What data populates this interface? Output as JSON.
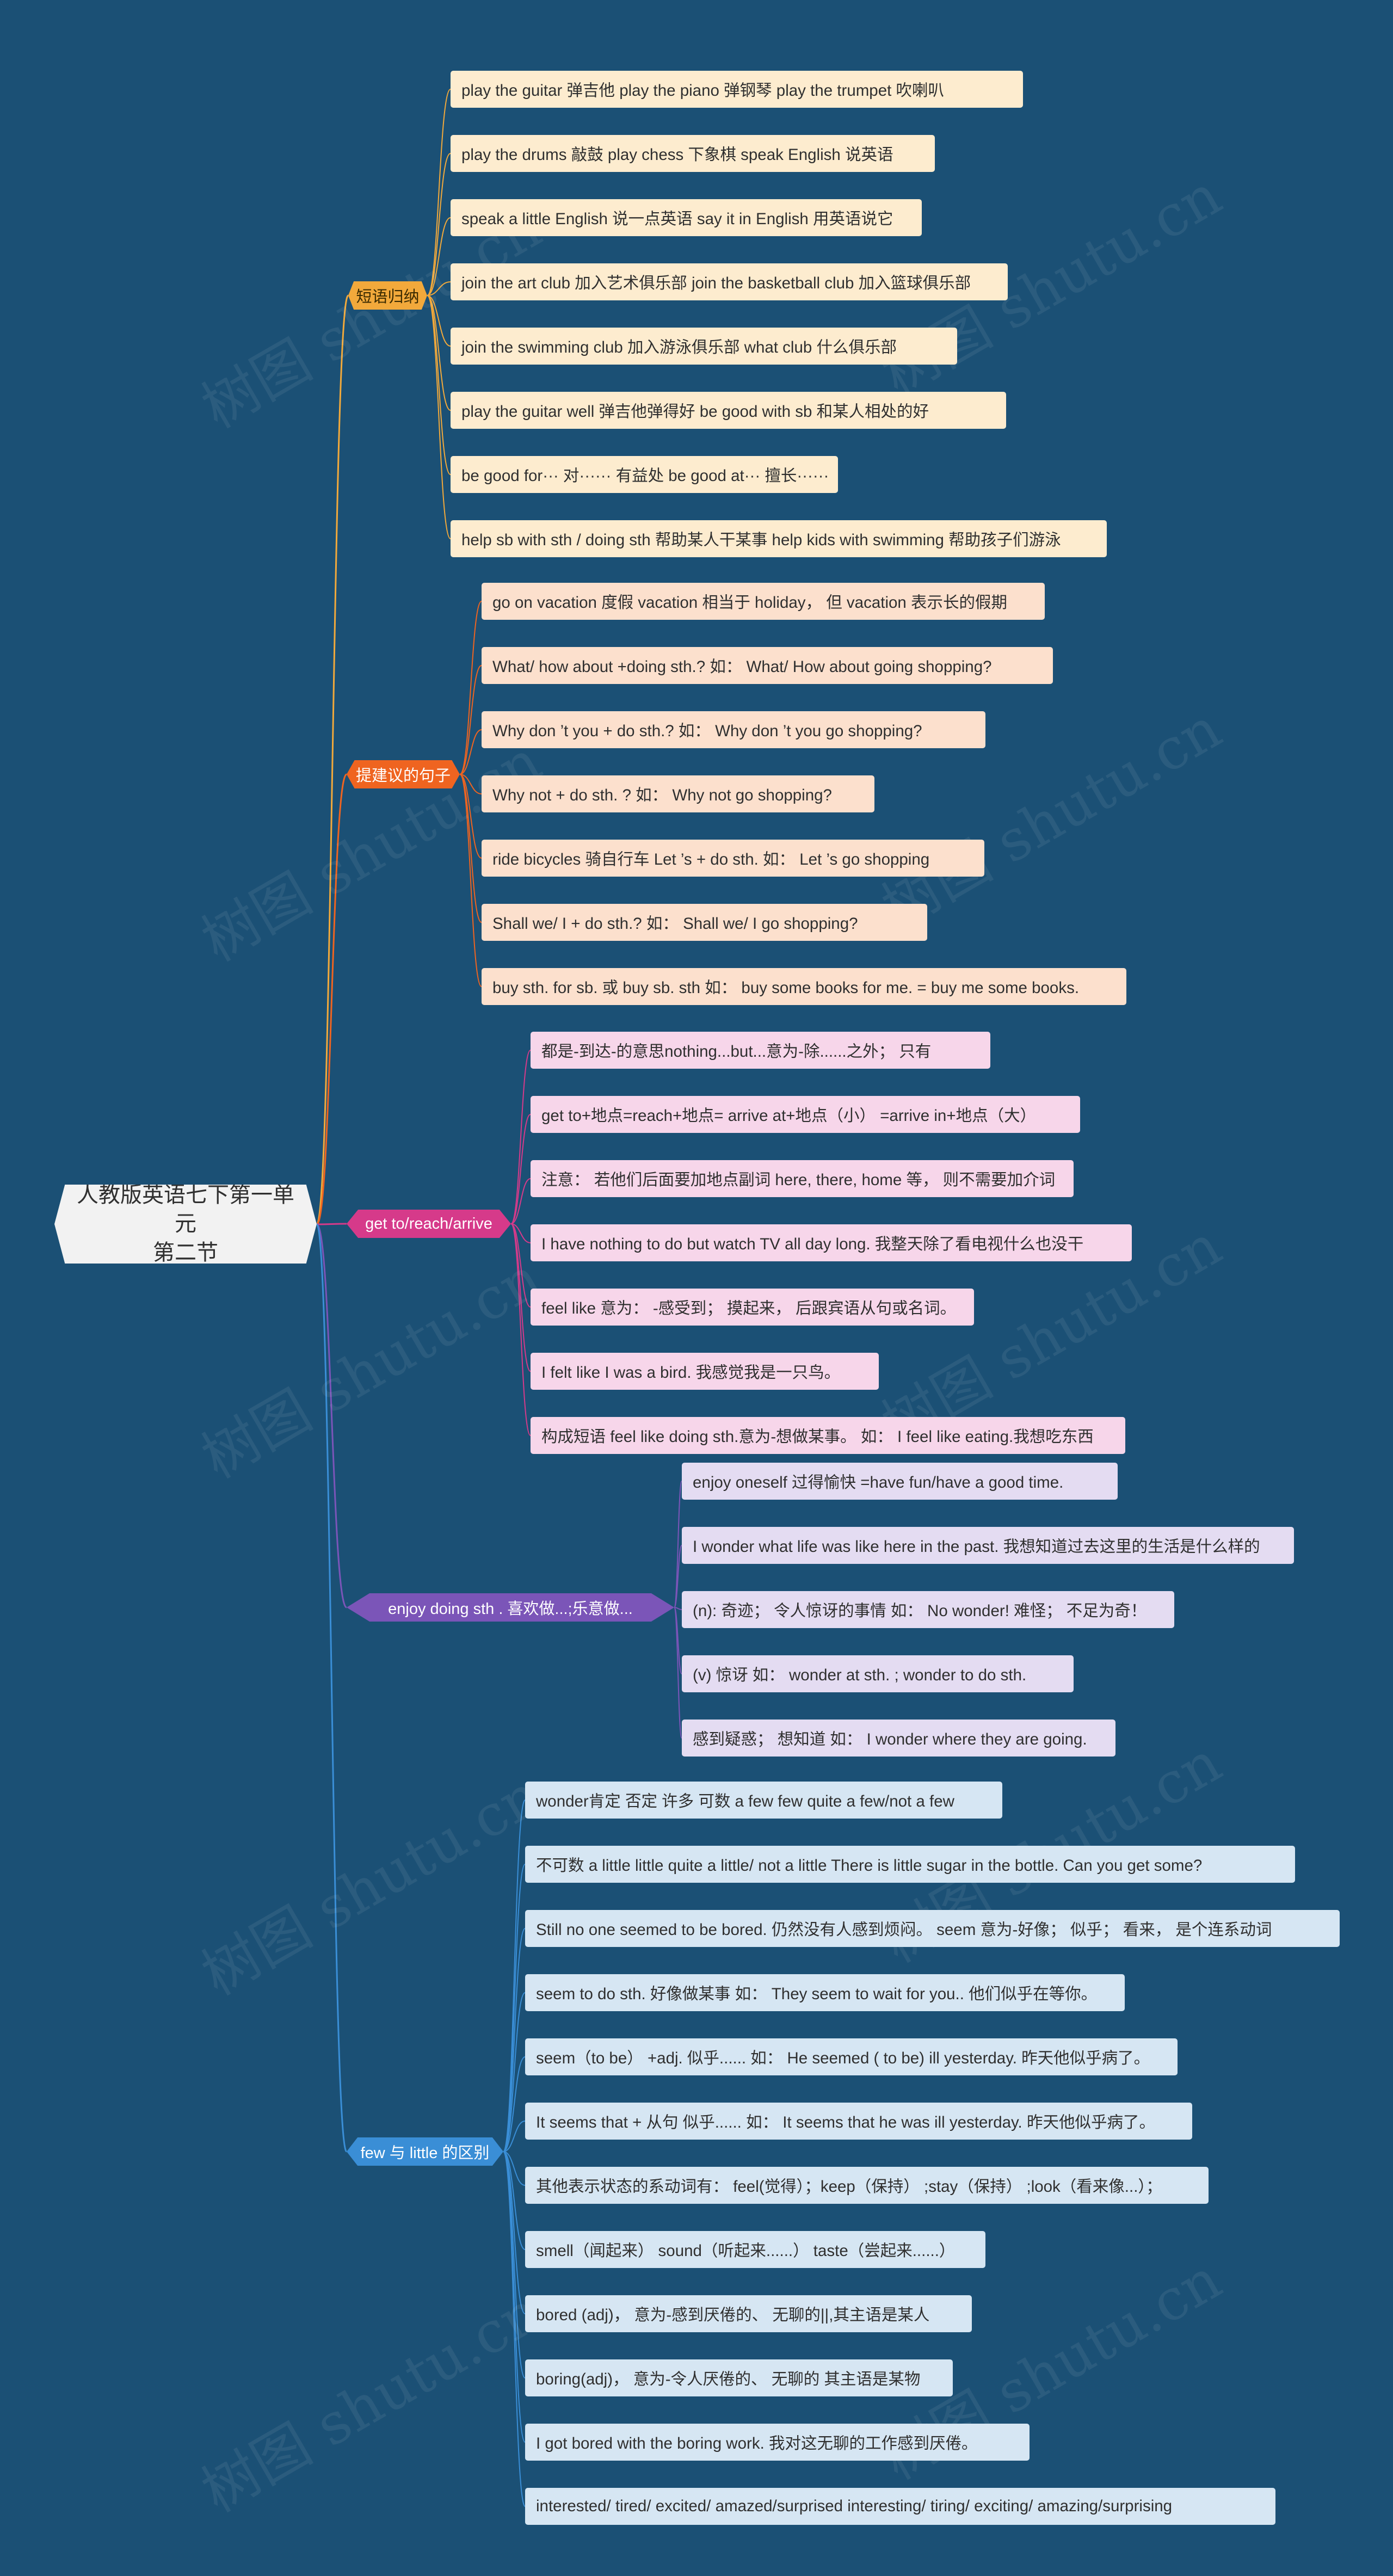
{
  "root": {
    "title_line1": "人教版英语七下第一单元",
    "title_line2": "第二节"
  },
  "watermark": "树图 shutu.cn",
  "branches": [
    {
      "label": "短语归纳",
      "color": "#f2a93b",
      "leaf_bg": "#fdeccf",
      "items": [
        "play the guitar 弹吉他 play the piano 弹钢琴 play the trumpet 吹喇叭",
        "play the drums 敲鼓 play chess 下象棋 speak English 说英语",
        "speak a little English 说一点英语 say it in English 用英语说它",
        "join the art club 加入艺术俱乐部 join the basketball club 加入篮球俱乐部",
        "join the swimming club 加入游泳俱乐部 what club 什么俱乐部",
        "play the guitar well 弹吉他弹得好 be good with sb 和某人相处的好",
        "be good for··· 对······ 有益处 be good at··· 擅长······",
        "help sb with sth / doing sth 帮助某人干某事 help kids with swimming 帮助孩子们游泳"
      ]
    },
    {
      "label": "提建议的句子",
      "color": "#ef6420",
      "leaf_bg": "#fce0cd",
      "items": [
        "go on vacation 度假 vacation 相当于 holiday， 但 vacation 表示长的假期",
        "What/ how about +doing sth.? 如： What/ How about going shopping?",
        "Why don ’t you + do sth.? 如： Why don ’t you go shopping?",
        "Why not + do sth. ? 如： Why not go shopping?",
        "ride bicycles 骑自行车 Let ’s + do sth. 如： Let ’s go shopping",
        "Shall we/ I + do sth.? 如： Shall we/ I go shopping?",
        "buy sth. for sb. 或 buy sb. sth 如： buy some books for me. = buy me some books."
      ]
    },
    {
      "label": "get to/reach/arrive",
      "color": "#d63a8a",
      "leaf_bg": "#f7d6ea",
      "items": [
        "都是-到达-的意思nothing...but...意为-除......之外； 只有",
        "get to+地点=reach+地点= arrive at+地点（小） =arrive in+地点（大）",
        "注意： 若他们后面要加地点副词 here, there, home 等， 则不需要加介词",
        "I have nothing to do but watch TV all day long. 我整天除了看电视什么也没干",
        "feel like 意为： -感受到； 摸起来， 后跟宾语从句或名词。",
        "I felt like I was a bird. 我感觉我是一只鸟。",
        "构成短语 feel like doing sth.意为-想做某事。 如： I feel like eating.我想吃东西"
      ]
    },
    {
      "label": "enjoy doing sth . 喜欢做...;乐意做...",
      "color": "#7b55b8",
      "leaf_bg": "#e4dcf2",
      "items": [
        "enjoy oneself 过得愉快 =have fun/have a good time.",
        "I wonder what life was like here in the past. 我想知道过去这里的生活是什么样的",
        "(n): 奇迹； 令人惊讶的事情 如： No wonder! 难怪； 不足为奇！",
        "(v) 惊讶 如： wonder at sth. ; wonder to do sth.",
        "感到疑惑； 想知道 如： I wonder where they are going."
      ]
    },
    {
      "label": "few 与 little 的区别",
      "color": "#3a8ed6",
      "leaf_bg": "#d6e6f3",
      "items": [
        "wonder肯定 否定 许多 可数 a few few quite a few/not a few",
        "不可数 a little little quite a little/ not a little There is little sugar in the bottle. Can you get some?",
        "Still no one seemed to be bored. 仍然没有人感到烦闷。 seem 意为-好像； 似乎； 看来， 是个连系动词",
        "seem to do sth. 好像做某事 如： They seem to wait for you.. 他们似乎在等你。",
        "seem（to be） +adj. 似乎...... 如： He seemed ( to be) ill yesterday. 昨天他似乎病了。",
        "It seems that + 从句 似乎...... 如： It seems that he was ill yesterday. 昨天他似乎病了。",
        "其他表示状态的系动词有： feel(觉得）；keep（保持） ;stay（保持） ;look（看来像...）；",
        "smell（闻起来） sound（听起来......） taste（尝起来......）",
        "bored (adj)， 意为-感到厌倦的、 无聊的||,其主语是某人",
        "boring(adj)， 意为-令人厌倦的、 无聊的 其主语是某物",
        "I got bored with the boring work. 我对这无聊的工作感到厌倦。",
        "interested/ tired/ excited/ amazed/surprised interesting/ tiring/ exciting/ amazing/surprising"
      ]
    }
  ]
}
